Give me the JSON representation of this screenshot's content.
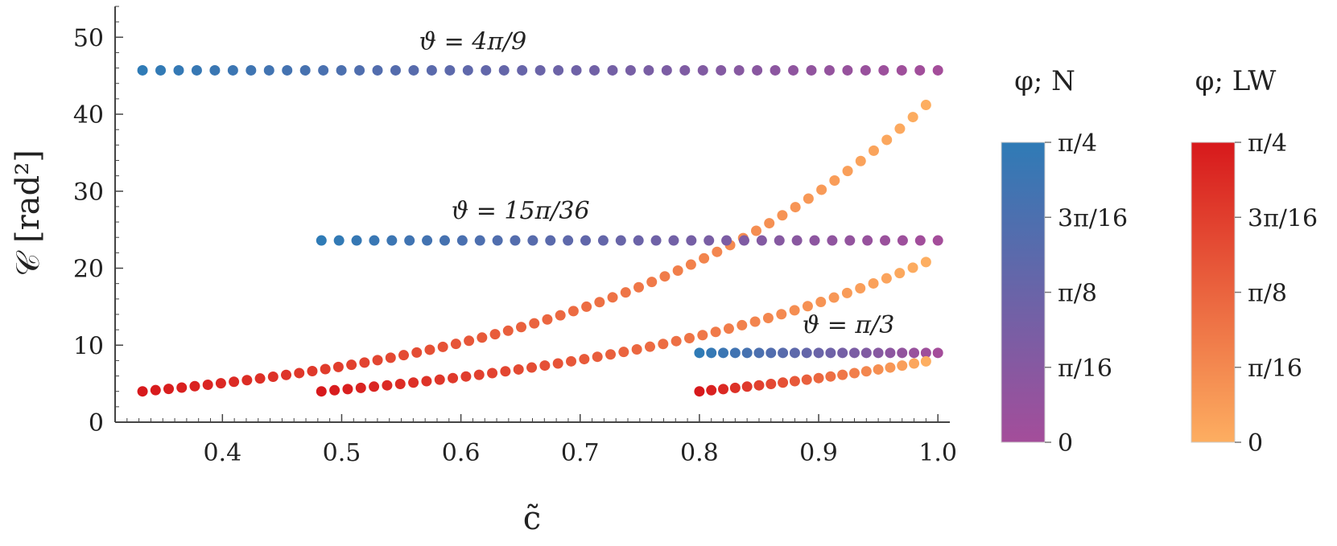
{
  "colors": {
    "n_low": "#a44d9a",
    "n_high": "#2f7bb6",
    "lw_low": "#fdae61",
    "lw_high": "#d7191c",
    "axis": "#444444"
  },
  "chart_data": {
    "type": "scatter",
    "xlabel": "c̃",
    "ylabel": "𝒞 [rad²]",
    "xlim": [
      0.31,
      1.01
    ],
    "ylim": [
      0,
      54
    ],
    "x_ticks": [
      0.4,
      0.5,
      0.6,
      0.7,
      0.8,
      0.9,
      1.0
    ],
    "x_tick_labels": [
      "0.4",
      "0.5",
      "0.6",
      "0.7",
      "0.8",
      "0.9",
      "1.0"
    ],
    "y_ticks": [
      0,
      10,
      20,
      30,
      40,
      50
    ],
    "y_tick_labels": [
      "0",
      "10",
      "20",
      "30",
      "40",
      "50"
    ],
    "grid": false,
    "annotations": [
      {
        "text": "ϑ = 4π/9",
        "x": 0.61,
        "y": 48.4
      },
      {
        "text": "ϑ = 15π/36",
        "x": 0.65,
        "y": 26.4
      },
      {
        "text": "ϑ = π/3",
        "x": 0.925,
        "y": 11.6
      }
    ],
    "series": [
      {
        "kind": "N",
        "x_start": 0.333,
        "x_end": 1.0,
        "count": 45,
        "y_start": 45.7,
        "y_end": 45.7
      },
      {
        "kind": "LW",
        "x_start": 0.333,
        "x_end": 0.99,
        "count": 61,
        "y_start": 4.0,
        "y_end": 41.2,
        "shape": "exp"
      },
      {
        "kind": "N",
        "x_start": 0.483,
        "x_end": 1.0,
        "count": 36,
        "y_start": 23.6,
        "y_end": 23.6
      },
      {
        "kind": "LW",
        "x_start": 0.483,
        "x_end": 0.99,
        "count": 47,
        "y_start": 4.0,
        "y_end": 20.8,
        "shape": "exp"
      },
      {
        "kind": "N",
        "x_start": 0.8,
        "x_end": 1.0,
        "count": 21,
        "y_start": 9.0,
        "y_end": 9.0
      },
      {
        "kind": "LW",
        "x_start": 0.8,
        "x_end": 0.99,
        "count": 20,
        "y_start": 4.0,
        "y_end": 7.9,
        "shape": "exp"
      }
    ],
    "colorbars": [
      {
        "title": "φ; N",
        "labels": [
          "π/4",
          "3π/16",
          "π/8",
          "π/16",
          "0"
        ],
        "min": 0,
        "max": 0.785398
      },
      {
        "title": "φ; LW",
        "labels": [
          "π/4",
          "3π/16",
          "π/8",
          "π/16",
          "0"
        ],
        "min": 0,
        "max": 0.785398
      }
    ]
  }
}
